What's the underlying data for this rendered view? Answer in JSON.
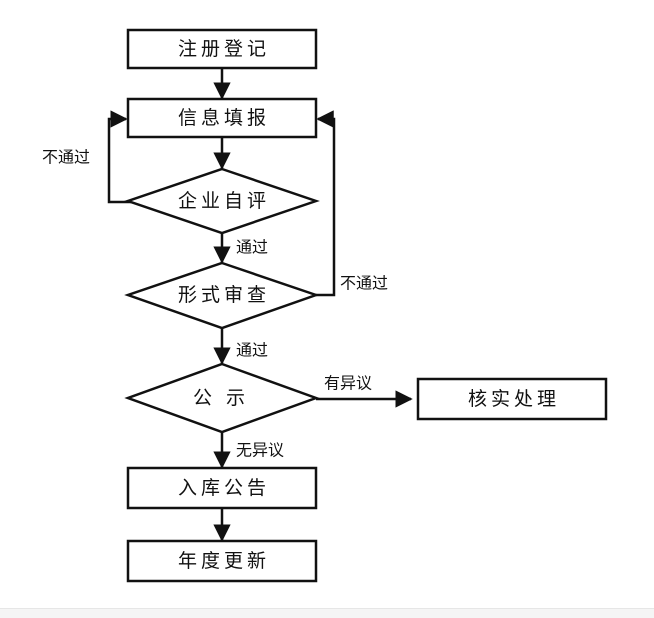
{
  "nodes": {
    "register": "注册登记",
    "fill_info": "信息填报",
    "self_assess": "企业自评",
    "formal_review": "形式审查",
    "publicity": "公示",
    "verify": "核实处理",
    "announce": "入库公告",
    "annual_update": "年度更新"
  },
  "edges": {
    "fail_left": "不通过",
    "pass_1": "通过",
    "fail_right": "不通过",
    "pass_2": "通过",
    "objection": "有异议",
    "no_objection": "无异议"
  }
}
